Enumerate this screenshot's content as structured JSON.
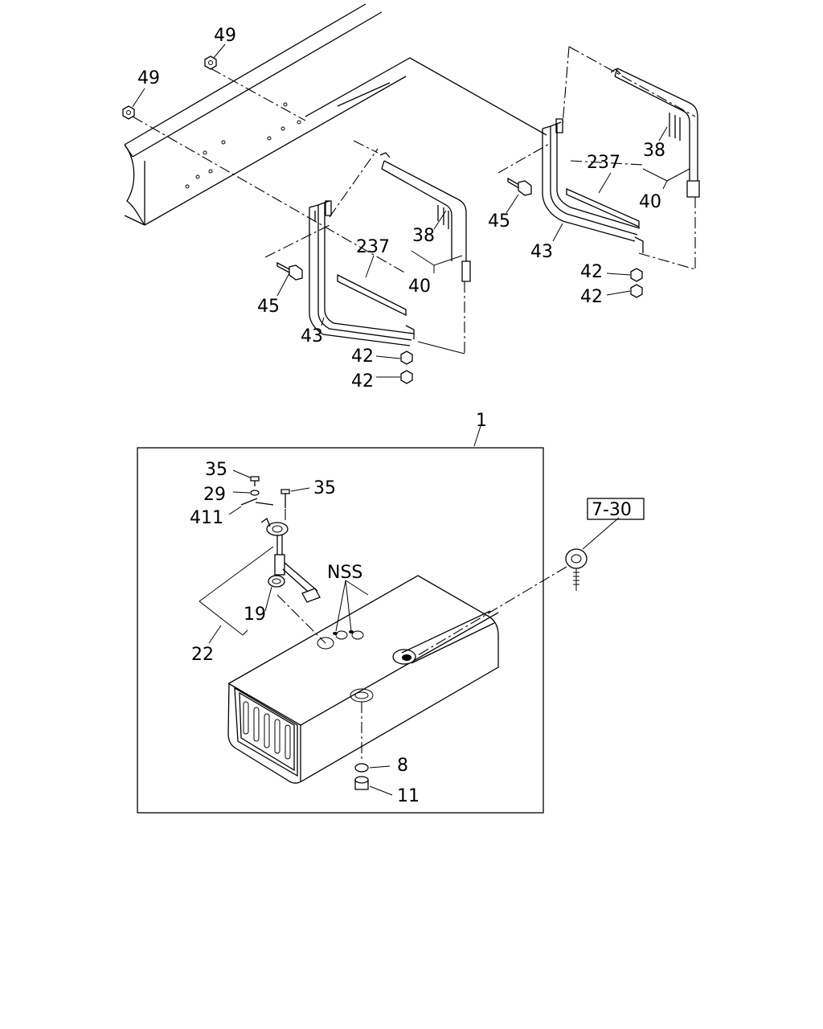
{
  "callouts": {
    "c49a": "49",
    "c49b": "49",
    "c38a": "38",
    "c237a": "237",
    "c45a": "45",
    "c40a": "40",
    "c43a": "43",
    "c42a": "42",
    "c42b": "42",
    "c38b": "38",
    "c237b": "237",
    "c45b": "45",
    "c40b": "40",
    "c43b": "43",
    "c42c": "42",
    "c42d": "42",
    "c1": "1",
    "c35a": "35",
    "c35b": "35",
    "c29": "29",
    "c411": "411",
    "cNSS": "NSS",
    "c19": "19",
    "c22": "22",
    "c8": "8",
    "c11": "11",
    "ref730": "7-30"
  },
  "colors": {
    "line": "#000000",
    "background": "#ffffff"
  }
}
